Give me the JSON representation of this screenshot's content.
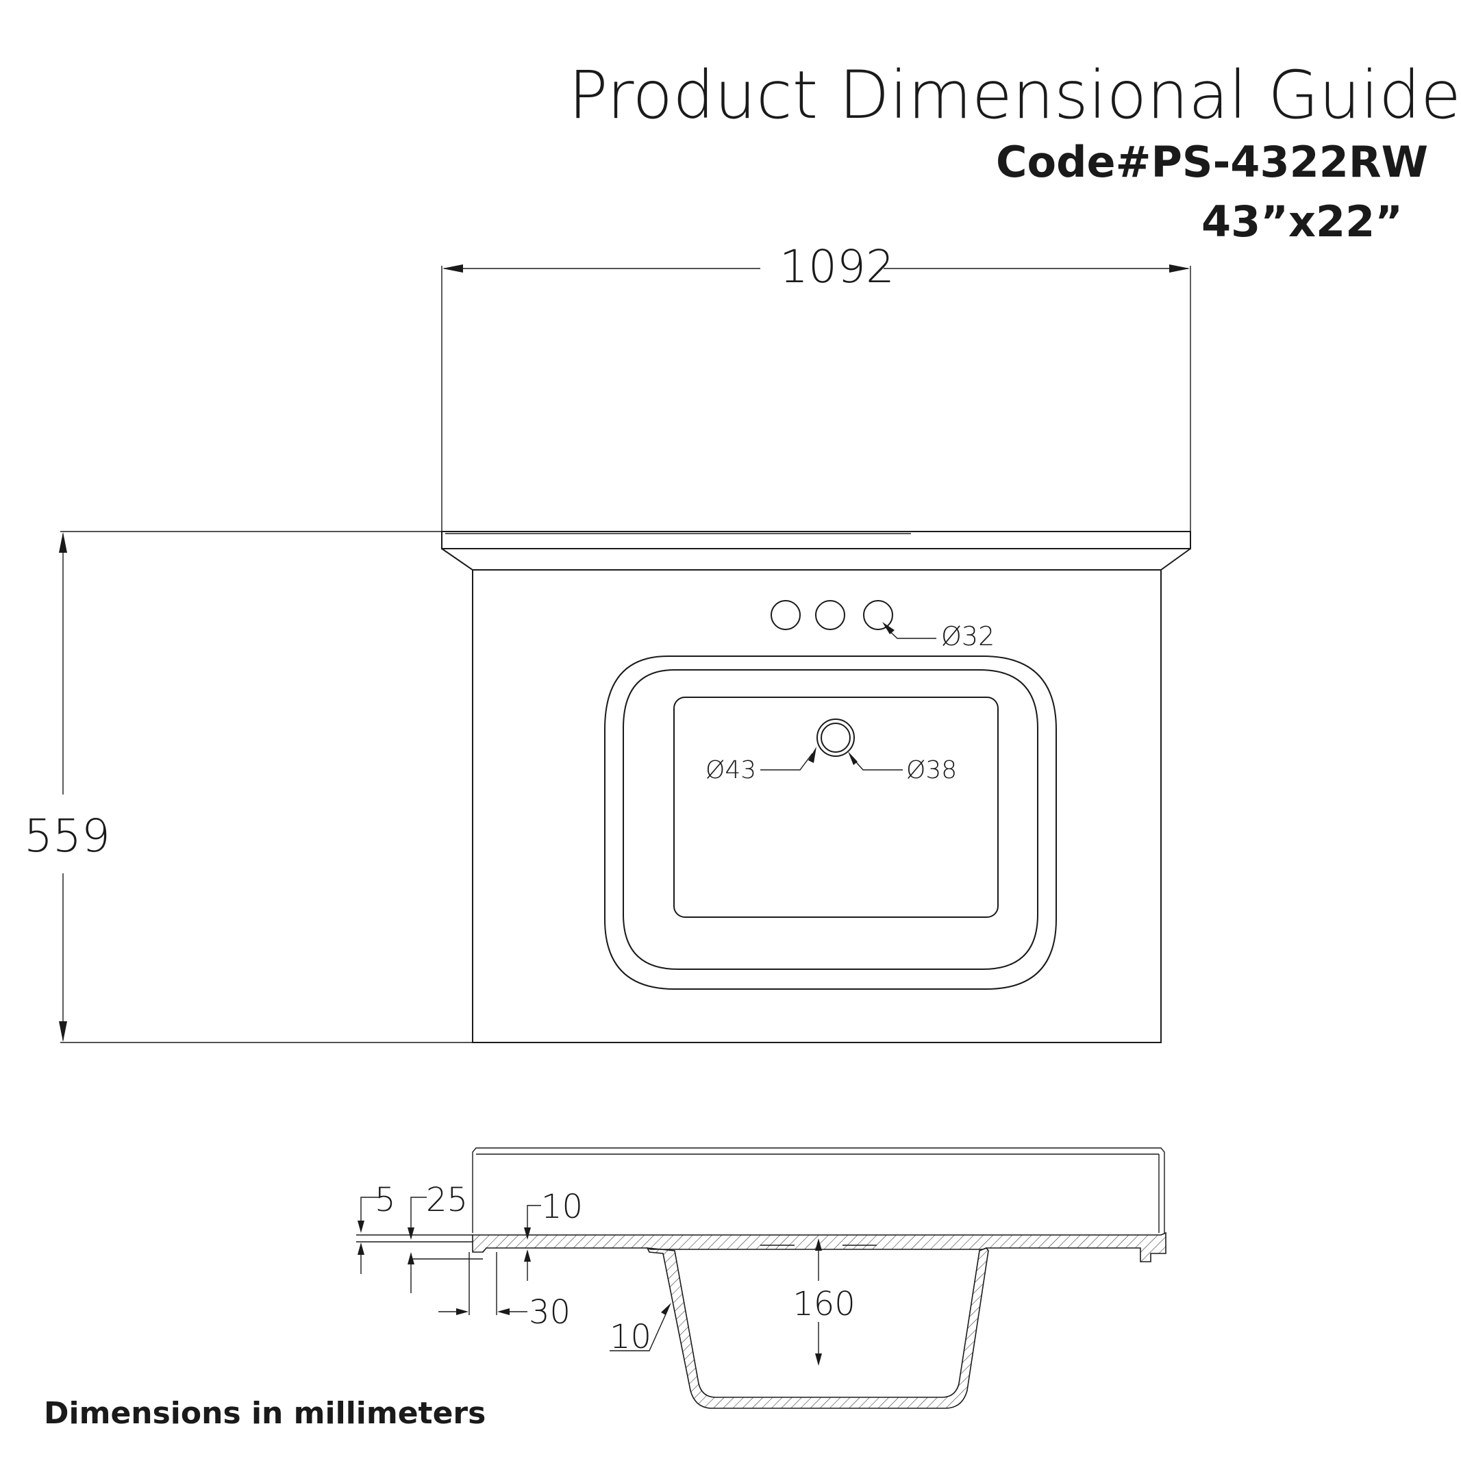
{
  "header": {
    "title": "Product Dimensional Guide",
    "code": "Code#PS-4322RW",
    "size_inches": "43”x22”"
  },
  "top_view": {
    "width_label": "1092",
    "depth_label": "559",
    "faucet_hole_label": "Ø32",
    "drain_outer_label": "Ø43",
    "drain_inner_label": "Ø38"
  },
  "section_view": {
    "edge_label": "5",
    "lip_label": "25",
    "thickness_label": "10",
    "overhang_label": "30",
    "bowl_depth_label": "160",
    "wall_label": "10"
  },
  "footer": {
    "units_note": "Dimensions in millimeters"
  }
}
